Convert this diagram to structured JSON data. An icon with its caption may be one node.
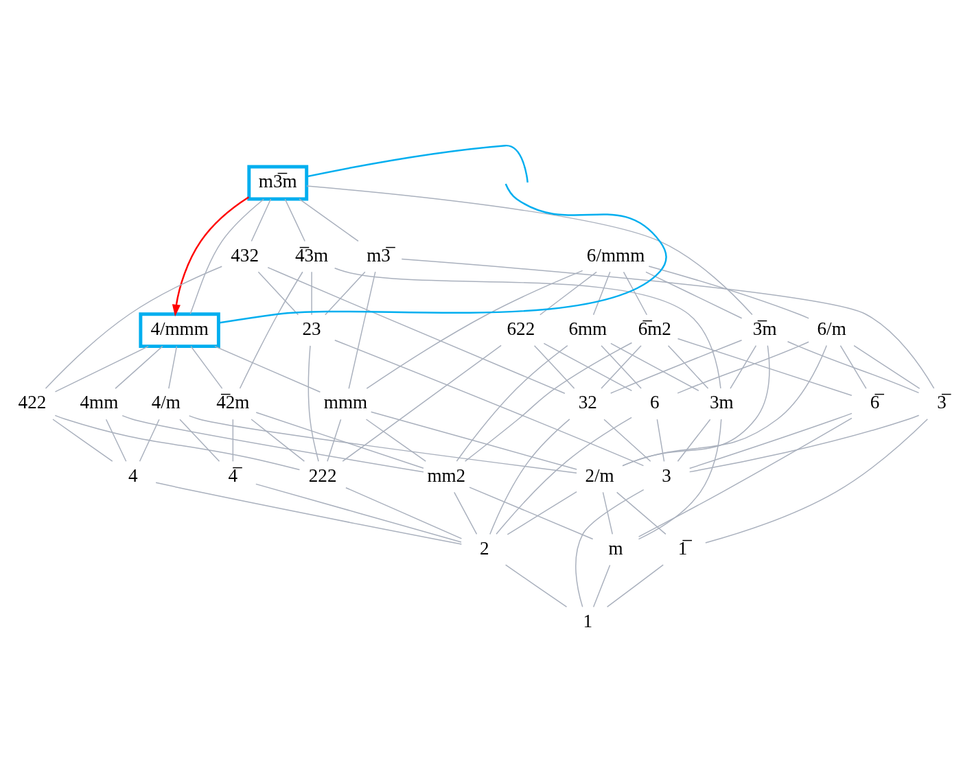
{
  "diagram": {
    "nodes": [
      {
        "text": [
          "m3̅m"
        ]
      },
      {
        "text": [
          "4̅3m"
        ]
      },
      {
        "text": [
          "432"
        ]
      },
      {
        "text": [
          "m3̅"
        ]
      },
      {
        "text": [
          "6/mmm"
        ]
      },
      {
        "text": [
          "4/mmm"
        ]
      },
      {
        "text": [
          "23"
        ]
      },
      {
        "text": [
          "6mm"
        ]
      },
      {
        "text": [
          "6̅m2"
        ]
      },
      {
        "text": [
          "622"
        ]
      },
      {
        "text": [
          "6/m"
        ]
      },
      {
        "text": [
          "3̅m"
        ]
      },
      {
        "text": [
          "4̅2m"
        ]
      },
      {
        "text": [
          "4mm"
        ]
      },
      {
        "text": [
          "422"
        ]
      },
      {
        "text": [
          "4/m"
        ]
      },
      {
        "text": [
          "mmm"
        ]
      },
      {
        "text": [
          "3m"
        ]
      },
      {
        "text": [
          "32"
        ]
      },
      {
        "text": [
          "3̅"
        ]
      },
      {
        "text": [
          "6̅"
        ]
      },
      {
        "text": [
          "6"
        ]
      },
      {
        "text": [
          "4̅"
        ]
      },
      {
        "text": [
          "mm2"
        ]
      },
      {
        "text": [
          "222"
        ]
      },
      {
        "text": [
          "4"
        ]
      },
      {
        "text": [
          "2/m"
        ]
      },
      {
        "text": [
          "3"
        ]
      },
      {
        "text": [
          "m"
        ]
      },
      {
        "text": [
          "2"
        ]
      },
      {
        "text": [
          "1̅"
        ]
      },
      {
        "text": [
          "1"
        ]
      }
    ],
    "edges": [
      {
        "from": null,
        "to": 0,
        "arrow": "none",
        "color": "#00aeef"
      },
      {
        "from": null,
        "to": 5,
        "arrow": "none",
        "color": "#00aeef"
      },
      {
        "from": 0,
        "to": 5,
        "arrow": "to",
        "color": "#ff0000"
      },
      {
        "from": 0,
        "to": 1,
        "arrow": "none"
      },
      {
        "from": 0,
        "to": 2,
        "arrow": "none"
      },
      {
        "from": 0,
        "to": 3,
        "arrow": "none"
      },
      {
        "from": 0,
        "to": 5,
        "arrow": "none"
      },
      {
        "from": 0,
        "to": 11,
        "arrow": "none"
      },
      {
        "from": 1,
        "to": 6,
        "arrow": "none"
      },
      {
        "from": 1,
        "to": 12,
        "arrow": "none"
      },
      {
        "from": 1,
        "to": 17,
        "arrow": "none"
      },
      {
        "from": 2,
        "to": 6,
        "arrow": "none"
      },
      {
        "from": 2,
        "to": 14,
        "arrow": "none"
      },
      {
        "from": 2,
        "to": 18,
        "arrow": "none"
      },
      {
        "from": 3,
        "to": 6,
        "arrow": "none"
      },
      {
        "from": 3,
        "to": 16,
        "arrow": "none"
      },
      {
        "from": 3,
        "to": 19,
        "arrow": "none"
      },
      {
        "from": 4,
        "to": 7,
        "arrow": "none"
      },
      {
        "from": 4,
        "to": 8,
        "arrow": "none"
      },
      {
        "from": 4,
        "to": 9,
        "arrow": "none"
      },
      {
        "from": 4,
        "to": 10,
        "arrow": "none"
      },
      {
        "from": 4,
        "to": 11,
        "arrow": "none"
      },
      {
        "from": 4,
        "to": 16,
        "arrow": "none"
      },
      {
        "from": 5,
        "to": 12,
        "arrow": "none"
      },
      {
        "from": 5,
        "to": 13,
        "arrow": "none"
      },
      {
        "from": 5,
        "to": 14,
        "arrow": "none"
      },
      {
        "from": 5,
        "to": 15,
        "arrow": "none"
      },
      {
        "from": 5,
        "to": 16,
        "arrow": "none"
      },
      {
        "from": 6,
        "to": 27,
        "arrow": "none"
      },
      {
        "from": 6,
        "to": 24,
        "arrow": "none"
      },
      {
        "from": 7,
        "to": 17,
        "arrow": "none"
      },
      {
        "from": 7,
        "to": 21,
        "arrow": "none"
      },
      {
        "from": 7,
        "to": 23,
        "arrow": "none"
      },
      {
        "from": 8,
        "to": 17,
        "arrow": "none"
      },
      {
        "from": 8,
        "to": 18,
        "arrow": "none"
      },
      {
        "from": 8,
        "to": 20,
        "arrow": "none"
      },
      {
        "from": 8,
        "to": 23,
        "arrow": "none"
      },
      {
        "from": 9,
        "to": 18,
        "arrow": "none"
      },
      {
        "from": 9,
        "to": 21,
        "arrow": "none"
      },
      {
        "from": 9,
        "to": 24,
        "arrow": "none"
      },
      {
        "from": 10,
        "to": 21,
        "arrow": "none"
      },
      {
        "from": 10,
        "to": 20,
        "arrow": "none"
      },
      {
        "from": 10,
        "to": 19,
        "arrow": "none"
      },
      {
        "from": 10,
        "to": 26,
        "arrow": "none"
      },
      {
        "from": 11,
        "to": 17,
        "arrow": "none"
      },
      {
        "from": 11,
        "to": 18,
        "arrow": "none"
      },
      {
        "from": 11,
        "to": 19,
        "arrow": "none"
      },
      {
        "from": 11,
        "to": 26,
        "arrow": "none"
      },
      {
        "from": 12,
        "to": 22,
        "arrow": "none"
      },
      {
        "from": 12,
        "to": 23,
        "arrow": "none"
      },
      {
        "from": 12,
        "to": 24,
        "arrow": "none"
      },
      {
        "from": 13,
        "to": 25,
        "arrow": "none"
      },
      {
        "from": 13,
        "to": 23,
        "arrow": "none"
      },
      {
        "from": 14,
        "to": 25,
        "arrow": "none"
      },
      {
        "from": 14,
        "to": 24,
        "arrow": "none"
      },
      {
        "from": 15,
        "to": 22,
        "arrow": "none"
      },
      {
        "from": 15,
        "to": 25,
        "arrow": "none"
      },
      {
        "from": 15,
        "to": 26,
        "arrow": "none"
      },
      {
        "from": 16,
        "to": 23,
        "arrow": "none"
      },
      {
        "from": 16,
        "to": 24,
        "arrow": "none"
      },
      {
        "from": 16,
        "to": 26,
        "arrow": "none"
      },
      {
        "from": 17,
        "to": 27,
        "arrow": "none"
      },
      {
        "from": 17,
        "to": 28,
        "arrow": "none"
      },
      {
        "from": 18,
        "to": 27,
        "arrow": "none"
      },
      {
        "from": 18,
        "to": 29,
        "arrow": "none"
      },
      {
        "from": 19,
        "to": 27,
        "arrow": "none"
      },
      {
        "from": 19,
        "to": 30,
        "arrow": "none"
      },
      {
        "from": 20,
        "to": 27,
        "arrow": "none"
      },
      {
        "from": 20,
        "to": 28,
        "arrow": "none"
      },
      {
        "from": 21,
        "to": 27,
        "arrow": "none"
      },
      {
        "from": 21,
        "to": 29,
        "arrow": "none"
      },
      {
        "from": 22,
        "to": 29,
        "arrow": "none"
      },
      {
        "from": 23,
        "to": 28,
        "arrow": "none"
      },
      {
        "from": 23,
        "to": 29,
        "arrow": "none"
      },
      {
        "from": 24,
        "to": 29,
        "arrow": "none"
      },
      {
        "from": 25,
        "to": 29,
        "arrow": "none"
      },
      {
        "from": 26,
        "to": 28,
        "arrow": "none"
      },
      {
        "from": 26,
        "to": 29,
        "arrow": "none"
      },
      {
        "from": 26,
        "to": 30,
        "arrow": "none"
      },
      {
        "from": 27,
        "to": 31,
        "arrow": "none"
      },
      {
        "from": 28,
        "to": 31,
        "arrow": "none"
      },
      {
        "from": 29,
        "to": 31,
        "arrow": "none"
      },
      {
        "from": 30,
        "to": 31,
        "arrow": "none"
      }
    ]
  }
}
